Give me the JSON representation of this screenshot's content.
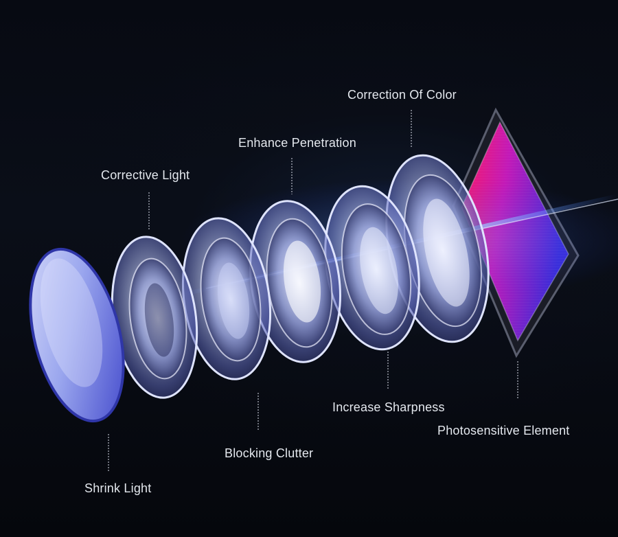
{
  "labels": {
    "shrink_light": "Shrink Light",
    "corrective_light": "Corrective Light",
    "blocking_clutter": "Blocking Clutter",
    "enhance_penetration": "Enhance Penetration",
    "increase_sharpness": "Increase Sharpness",
    "correction_of_color": "Correction Of Color",
    "photosensitive_element": "Photosensitive Element"
  },
  "colors": {
    "background": "#05070d",
    "lens_glass": "#c9d4f2",
    "lens_blue": "#4a5bdc",
    "sensor_magenta": "#e0187a",
    "sensor_blue": "#3a2bd8",
    "light_beam": "#3b7bff",
    "text": "#e4e8ee"
  }
}
